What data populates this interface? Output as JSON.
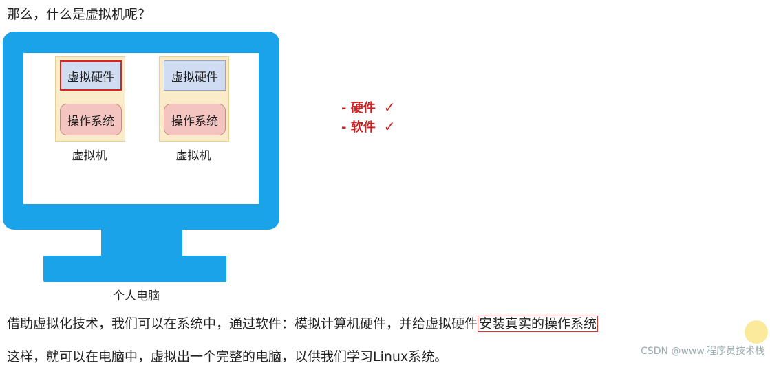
{
  "title": "那么，什么是虚拟机呢？",
  "monitor": {
    "label": "个人电脑",
    "vms": [
      {
        "hardware": "虚拟硬件",
        "os": "操作系统",
        "label": "虚拟机"
      },
      {
        "hardware": "虚拟硬件",
        "os": "操作系统",
        "label": "虚拟机"
      }
    ]
  },
  "checklist": [
    {
      "text": "- 硬件",
      "mark": "✓"
    },
    {
      "text": "- 软件",
      "mark": "✓"
    }
  ],
  "body": {
    "line1_prefix": "借助虚拟化技术，我们可以在系统中，通过软件：模拟计算机硬件，并给虚拟硬件",
    "line1_highlight": "安装真实的操作系统",
    "line2": "这样，就可以在电脑中，虚拟出一个完整的电脑，以供我们学习Linux系统。"
  },
  "watermark": "CSDN @www.程序员技术栈",
  "colors": {
    "monitor": "#1aa3e8",
    "vm_box": "#fbecc9",
    "hardware": "#cfdcf1",
    "os": "#f4c4c0",
    "accent": "#cc2222"
  }
}
